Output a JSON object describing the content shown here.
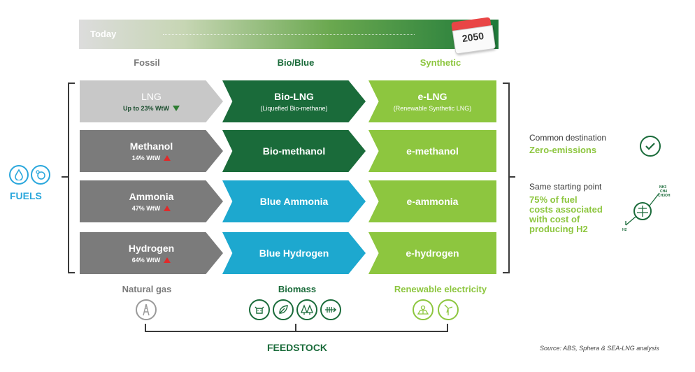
{
  "timeline": {
    "start": "Today",
    "end": "2050",
    "calendar_year": "2050"
  },
  "columns": {
    "fossil": "Fossil",
    "bio": "Bio/Blue",
    "synthetic": "Synthetic"
  },
  "rows": [
    {
      "fossil": {
        "title": "LNG",
        "wtw": "Up to 23% WtW",
        "trend": "down"
      },
      "bio": {
        "title": "Bio-LNG",
        "sub": "(Liquefied Bio-methane)"
      },
      "synthetic": {
        "title": "e-LNG",
        "sub": "(Renewable Synthetic LNG)"
      }
    },
    {
      "fossil": {
        "title": "Methanol",
        "wtw": "14% WtW",
        "trend": "up"
      },
      "bio": {
        "title": "Bio-methanol"
      },
      "synthetic": {
        "title": "e-methanol"
      }
    },
    {
      "fossil": {
        "title": "Ammonia",
        "wtw": "47% WtW",
        "trend": "up"
      },
      "bio": {
        "title": "Blue Ammonia"
      },
      "synthetic": {
        "title": "e-ammonia"
      }
    },
    {
      "fossil": {
        "title": "Hydrogen",
        "wtw": "64% WtW",
        "trend": "up"
      },
      "bio": {
        "title": "Blue Hydrogen"
      },
      "synthetic": {
        "title": "e-hydrogen"
      }
    }
  ],
  "fuels_label": "FUELS",
  "feedstock": {
    "label": "FEEDSTOCK",
    "natural_gas": "Natural gas",
    "biomass": "Biomass",
    "renewable": "Renewable electricity"
  },
  "destination": {
    "title": "Common destination",
    "value": "Zero-emissions"
  },
  "starting_point": {
    "title": "Same starting point",
    "lines": [
      "75% of fuel",
      "costs associated",
      "with cost of",
      "producing H2"
    ],
    "molecules": [
      "NH3",
      "CH4",
      "CH3OH",
      "H2"
    ]
  },
  "source": "Source: ABS, Sphera & SEA-LNG analysis",
  "colors": {
    "fossil_lng": "#c8c8c8",
    "fossil": "#7b7b7b",
    "bio_green": "#1a6b3a",
    "blue": "#1da8cf",
    "synthetic": "#8dc63f",
    "accent_blue": "#2aa7dc"
  }
}
